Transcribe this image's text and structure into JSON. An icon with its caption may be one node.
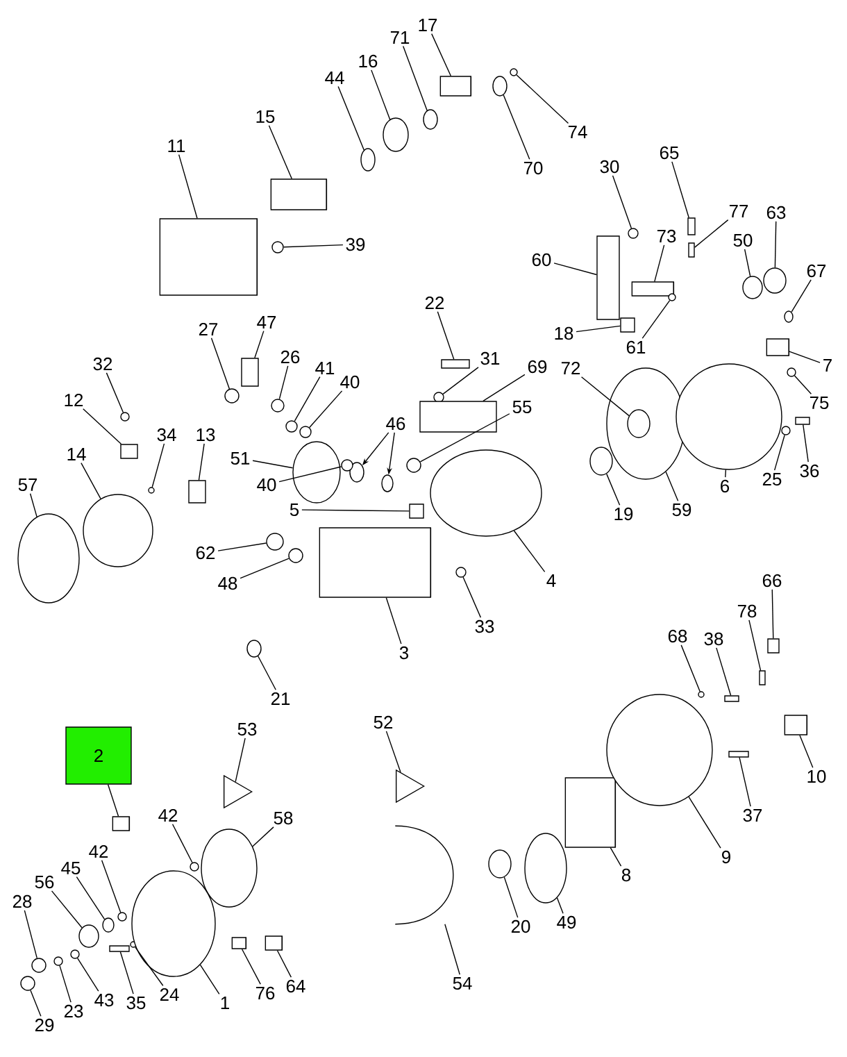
{
  "diagram": {
    "nodes": [
      {
        "text": [
          "11"
        ]
      },
      {
        "text": [
          "15"
        ]
      },
      {
        "text": [
          "44"
        ]
      },
      {
        "text": [
          "16"
        ]
      },
      {
        "text": [
          "71"
        ]
      },
      {
        "text": [
          "17"
        ]
      },
      {
        "text": [
          "74"
        ]
      },
      {
        "text": [
          "70"
        ]
      },
      {
        "text": [
          "39"
        ]
      },
      {
        "text": [
          "30"
        ]
      },
      {
        "text": [
          "65"
        ]
      },
      {
        "text": [
          "77"
        ]
      },
      {
        "text": [
          "63"
        ]
      },
      {
        "text": [
          "50"
        ]
      },
      {
        "text": [
          "67"
        ]
      },
      {
        "text": [
          "60"
        ]
      },
      {
        "text": [
          "73"
        ]
      },
      {
        "text": [
          "18"
        ]
      },
      {
        "text": [
          "61"
        ]
      },
      {
        "text": [
          "22"
        ]
      },
      {
        "text": [
          "31"
        ]
      },
      {
        "text": [
          "69"
        ]
      },
      {
        "text": [
          "55"
        ]
      },
      {
        "text": [
          "7"
        ]
      },
      {
        "text": [
          "75"
        ]
      },
      {
        "text": [
          "72"
        ]
      },
      {
        "text": [
          "59"
        ]
      },
      {
        "text": [
          "6"
        ]
      },
      {
        "text": [
          "19"
        ]
      },
      {
        "text": [
          "25"
        ]
      },
      {
        "text": [
          "36"
        ]
      },
      {
        "text": [
          "27"
        ]
      },
      {
        "text": [
          "47"
        ]
      },
      {
        "text": [
          "32"
        ]
      },
      {
        "text": [
          "12"
        ]
      },
      {
        "text": [
          "26"
        ]
      },
      {
        "text": [
          "41"
        ]
      },
      {
        "text": [
          "40"
        ]
      },
      {
        "text": [
          "46"
        ]
      },
      {
        "text": [
          "34"
        ]
      },
      {
        "text": [
          "13"
        ]
      },
      {
        "text": [
          "14"
        ]
      },
      {
        "text": [
          "57"
        ]
      },
      {
        "text": [
          "51"
        ]
      },
      {
        "text": [
          "40"
        ]
      },
      {
        "text": [
          "5"
        ]
      },
      {
        "text": [
          "62"
        ]
      },
      {
        "text": [
          "48"
        ]
      },
      {
        "text": [
          "3"
        ]
      },
      {
        "text": [
          "4"
        ]
      },
      {
        "text": [
          "33"
        ]
      },
      {
        "text": [
          "21"
        ]
      },
      {
        "text": [
          "53"
        ]
      },
      {
        "text": [
          "52"
        ]
      },
      {
        "text": [
          "58"
        ]
      },
      {
        "text": [
          "42"
        ]
      },
      {
        "text": [
          "2"
        ]
      },
      {
        "text": [
          "42"
        ]
      },
      {
        "text": [
          "45"
        ]
      },
      {
        "text": [
          "56"
        ]
      },
      {
        "text": [
          "28"
        ]
      },
      {
        "text": [
          "29"
        ]
      },
      {
        "text": [
          "23"
        ]
      },
      {
        "text": [
          "43"
        ]
      },
      {
        "text": [
          "35"
        ]
      },
      {
        "text": [
          "24"
        ]
      },
      {
        "text": [
          "1"
        ]
      },
      {
        "text": [
          "76"
        ]
      },
      {
        "text": [
          "64"
        ]
      },
      {
        "text": [
          "54"
        ]
      },
      {
        "text": [
          "20"
        ]
      },
      {
        "text": [
          "49"
        ]
      },
      {
        "text": [
          "8"
        ]
      },
      {
        "text": [
          "9"
        ]
      },
      {
        "text": [
          "37"
        ]
      },
      {
        "text": [
          "10"
        ]
      },
      {
        "text": [
          "68"
        ]
      },
      {
        "text": [
          "38"
        ]
      },
      {
        "text": [
          "78"
        ]
      },
      {
        "text": [
          "66"
        ]
      },
      {
        "text": [],
        "shape": "cylinder"
      },
      {
        "text": [],
        "shape": "cylinder"
      },
      {
        "text": [],
        "shape": "circle"
      },
      {
        "text": [],
        "shape": "circle"
      },
      {
        "text": [],
        "shape": "circle"
      },
      {
        "text": [],
        "shape": "cylinder"
      },
      {
        "text": [],
        "shape": "circle"
      },
      {
        "text": [],
        "shape": "circle"
      },
      {
        "text": [],
        "shape": "circle"
      },
      {
        "text": [],
        "shape": "circle"
      },
      {
        "text": [],
        "shape": "box"
      },
      {
        "text": [],
        "shape": "box"
      },
      {
        "text": [],
        "shape": "circle"
      },
      {
        "text": [],
        "shape": "circle"
      },
      {
        "text": [],
        "shape": "circle"
      },
      {
        "text": [],
        "shape": "box"
      },
      {
        "text": [],
        "shape": "cylinder"
      },
      {
        "text": [],
        "shape": "box"
      },
      {
        "text": [],
        "shape": "circle"
      },
      {
        "text": [],
        "shape": "box"
      },
      {
        "text": [],
        "shape": "circle"
      },
      {
        "text": [],
        "shape": "box"
      },
      {
        "text": [],
        "shape": "circle"
      },
      {
        "text": [],
        "shape": "cylinder"
      },
      {
        "text": [],
        "shape": "circle"
      },
      {
        "text": [],
        "shape": "circle"
      },
      {
        "text": [],
        "shape": "circle",
        "in": 105
      },
      {
        "text": [],
        "shape": "circle"
      },
      {
        "text": [],
        "shape": "circle"
      },
      {
        "text": [],
        "shape": "circle"
      },
      {
        "text": [],
        "shape": "box"
      },
      {
        "text": [],
        "shape": "circle"
      },
      {
        "text": [],
        "shape": "box"
      },
      {
        "text": [],
        "shape": "circle"
      },
      {
        "text": [],
        "shape": "box"
      },
      {
        "text": [],
        "shape": "circle"
      },
      {
        "text": [],
        "shape": "circle"
      },
      {
        "text": [],
        "shape": "circle"
      },
      {
        "text": [],
        "shape": "circle"
      },
      {
        "text": [],
        "shape": "circle"
      },
      {
        "text": [],
        "shape": "circle"
      },
      {
        "text": [],
        "shape": "box"
      },
      {
        "text": [],
        "shape": "circle"
      },
      {
        "text": [],
        "shape": "circle"
      },
      {
        "text": [],
        "shape": "circle"
      },
      {
        "text": [],
        "shape": "circle"
      },
      {
        "text": [],
        "shape": "box"
      },
      {
        "text": [],
        "shape": "circle"
      },
      {
        "text": [],
        "shape": "circle"
      },
      {
        "text": [],
        "shape": "cylinder"
      },
      {
        "text": [],
        "shape": "circle"
      },
      {
        "text": [],
        "shape": "circle"
      },
      {
        "text": [],
        "shape": "circle"
      },
      {
        "text": [],
        "shape": "triangle"
      },
      {
        "text": [],
        "shape": "triangle"
      },
      {
        "text": [],
        "shape": "circle"
      },
      {
        "text": [],
        "shape": "circle"
      },
      {
        "text": [],
        "shape": "cylinder"
      },
      {
        "text": [],
        "shape": "circle"
      },
      {
        "text": [],
        "shape": "circle"
      },
      {
        "text": [],
        "shape": "circle"
      },
      {
        "text": [],
        "shape": "circle"
      },
      {
        "text": [],
        "shape": "circle"
      },
      {
        "text": [],
        "shape": "circle"
      },
      {
        "text": [],
        "shape": "circle"
      },
      {
        "text": [],
        "shape": "box"
      },
      {
        "text": [],
        "shape": "circle"
      },
      {
        "text": [],
        "shape": "circle"
      },
      {
        "text": [],
        "shape": "cylinder"
      },
      {
        "text": [],
        "shape": "cylinder"
      },
      {
        "text": [],
        "shape": "arc"
      },
      {
        "text": [],
        "shape": "circle"
      },
      {
        "text": [],
        "shape": "circle"
      },
      {
        "text": [],
        "shape": "cylinder"
      },
      {
        "text": [],
        "shape": "circle"
      },
      {
        "text": [],
        "shape": "box"
      },
      {
        "text": [],
        "shape": "cylinder"
      },
      {
        "text": [],
        "shape": "circle"
      },
      {
        "text": [],
        "shape": "box"
      },
      {
        "text": [],
        "shape": "box"
      },
      {
        "text": [],
        "shape": "box"
      }
    ],
    "edges": [
      {
        "from": 0,
        "to": 80,
        "arrow": "none"
      },
      {
        "from": 1,
        "to": 81,
        "arrow": "none"
      },
      {
        "from": 2,
        "to": 82,
        "arrow": "none"
      },
      {
        "from": 3,
        "to": 83,
        "arrow": "none"
      },
      {
        "from": 4,
        "to": 84,
        "arrow": "none"
      },
      {
        "from": 5,
        "to": 85,
        "arrow": "none"
      },
      {
        "from": 6,
        "to": 86,
        "arrow": "none"
      },
      {
        "from": 7,
        "to": 87,
        "arrow": "none"
      },
      {
        "from": 8,
        "to": 88,
        "arrow": "none"
      },
      {
        "from": 9,
        "to": 89,
        "arrow": "none"
      },
      {
        "from": 10,
        "to": 90,
        "arrow": "none"
      },
      {
        "from": 11,
        "to": 91,
        "arrow": "none"
      },
      {
        "from": 12,
        "to": 92,
        "arrow": "none"
      },
      {
        "from": 13,
        "to": 93,
        "arrow": "none"
      },
      {
        "from": 14,
        "to": 94,
        "arrow": "none"
      },
      {
        "from": 15,
        "to": 95,
        "arrow": "none"
      },
      {
        "from": 16,
        "to": 96,
        "arrow": "none"
      },
      {
        "from": 17,
        "to": 97,
        "arrow": "none"
      },
      {
        "from": 18,
        "to": 98,
        "arrow": "none"
      },
      {
        "from": 19,
        "to": 99,
        "arrow": "none"
      },
      {
        "from": 20,
        "to": 100,
        "arrow": "none"
      },
      {
        "from": 21,
        "to": 101,
        "arrow": "none"
      },
      {
        "from": 22,
        "to": 102,
        "arrow": "none"
      },
      {
        "from": 23,
        "to": 103,
        "arrow": "none"
      },
      {
        "from": 24,
        "to": 104,
        "arrow": "none"
      },
      {
        "from": 25,
        "to": 106,
        "arrow": "none"
      },
      {
        "from": 26,
        "to": 105,
        "arrow": "none"
      },
      {
        "from": 27,
        "to": 107,
        "arrow": "none"
      },
      {
        "from": 28,
        "to": 108,
        "arrow": "none"
      },
      {
        "from": 29,
        "to": 109,
        "arrow": "none"
      },
      {
        "from": 30,
        "to": 110,
        "arrow": "none"
      },
      {
        "from": 31,
        "to": 111,
        "arrow": "none"
      },
      {
        "from": 32,
        "to": 112,
        "arrow": "none"
      },
      {
        "from": 33,
        "to": 113,
        "arrow": "none"
      },
      {
        "from": 34,
        "to": 114,
        "arrow": "none"
      },
      {
        "from": 35,
        "to": 115,
        "arrow": "none"
      },
      {
        "from": 36,
        "to": 116,
        "arrow": "none"
      },
      {
        "from": 37,
        "to": 117,
        "arrow": "none"
      },
      {
        "from": 38,
        "to": 118,
        "arrow": "to"
      },
      {
        "from": 38,
        "to": 119,
        "arrow": "to"
      },
      {
        "from": 39,
        "to": 120,
        "arrow": "none"
      },
      {
        "from": 40,
        "to": 121,
        "arrow": "none"
      },
      {
        "from": 41,
        "to": 122,
        "arrow": "none"
      },
      {
        "from": 42,
        "to": 123,
        "arrow": "none"
      },
      {
        "from": 43,
        "to": 124,
        "arrow": "none"
      },
      {
        "from": 44,
        "to": 125,
        "arrow": "none"
      },
      {
        "from": 45,
        "to": 126,
        "arrow": "none"
      },
      {
        "from": 46,
        "to": 127,
        "arrow": "none"
      },
      {
        "from": 47,
        "to": 128,
        "arrow": "none"
      },
      {
        "from": 48,
        "to": 129,
        "arrow": "none"
      },
      {
        "from": 49,
        "to": 130,
        "arrow": "none"
      },
      {
        "from": 50,
        "to": 131,
        "arrow": "none"
      },
      {
        "from": 51,
        "to": 132,
        "arrow": "none"
      },
      {
        "from": 52,
        "to": 133,
        "arrow": "none"
      },
      {
        "from": 53,
        "to": 134,
        "arrow": "none"
      },
      {
        "from": 54,
        "to": 135,
        "arrow": "none"
      },
      {
        "from": 55,
        "to": 136,
        "arrow": "none"
      },
      {
        "from": 56,
        "to": 137,
        "arrow": "none"
      },
      {
        "from": 57,
        "to": 138,
        "arrow": "none"
      },
      {
        "from": 58,
        "to": 139,
        "arrow": "none"
      },
      {
        "from": 59,
        "to": 140,
        "arrow": "none"
      },
      {
        "from": 60,
        "to": 141,
        "arrow": "none"
      },
      {
        "from": 61,
        "to": 142,
        "arrow": "none"
      },
      {
        "from": 62,
        "to": 143,
        "arrow": "none"
      },
      {
        "from": 63,
        "to": 144,
        "arrow": "none"
      },
      {
        "from": 64,
        "to": 145,
        "arrow": "none"
      },
      {
        "from": 65,
        "to": 146,
        "arrow": "none"
      },
      {
        "from": 66,
        "to": 147,
        "arrow": "none"
      },
      {
        "from": 67,
        "to": 148,
        "arrow": "none"
      },
      {
        "from": 68,
        "to": 149,
        "arrow": "none"
      },
      {
        "from": 69,
        "to": 150,
        "arrow": "none"
      },
      {
        "from": 70,
        "to": 151,
        "arrow": "none"
      },
      {
        "from": 71,
        "to": 152,
        "arrow": "none"
      },
      {
        "from": 72,
        "to": 153,
        "arrow": "none"
      },
      {
        "from": 73,
        "to": 154,
        "arrow": "none"
      },
      {
        "from": 74,
        "to": 155,
        "arrow": "none"
      },
      {
        "from": 75,
        "to": 156,
        "arrow": "none"
      },
      {
        "from": 76,
        "to": 157,
        "arrow": "none"
      },
      {
        "from": 77,
        "to": 158,
        "arrow": "none"
      },
      {
        "from": 78,
        "to": 159,
        "arrow": "none"
      },
      {
        "from": 79,
        "to": 160,
        "arrow": "none"
      }
    ]
  }
}
